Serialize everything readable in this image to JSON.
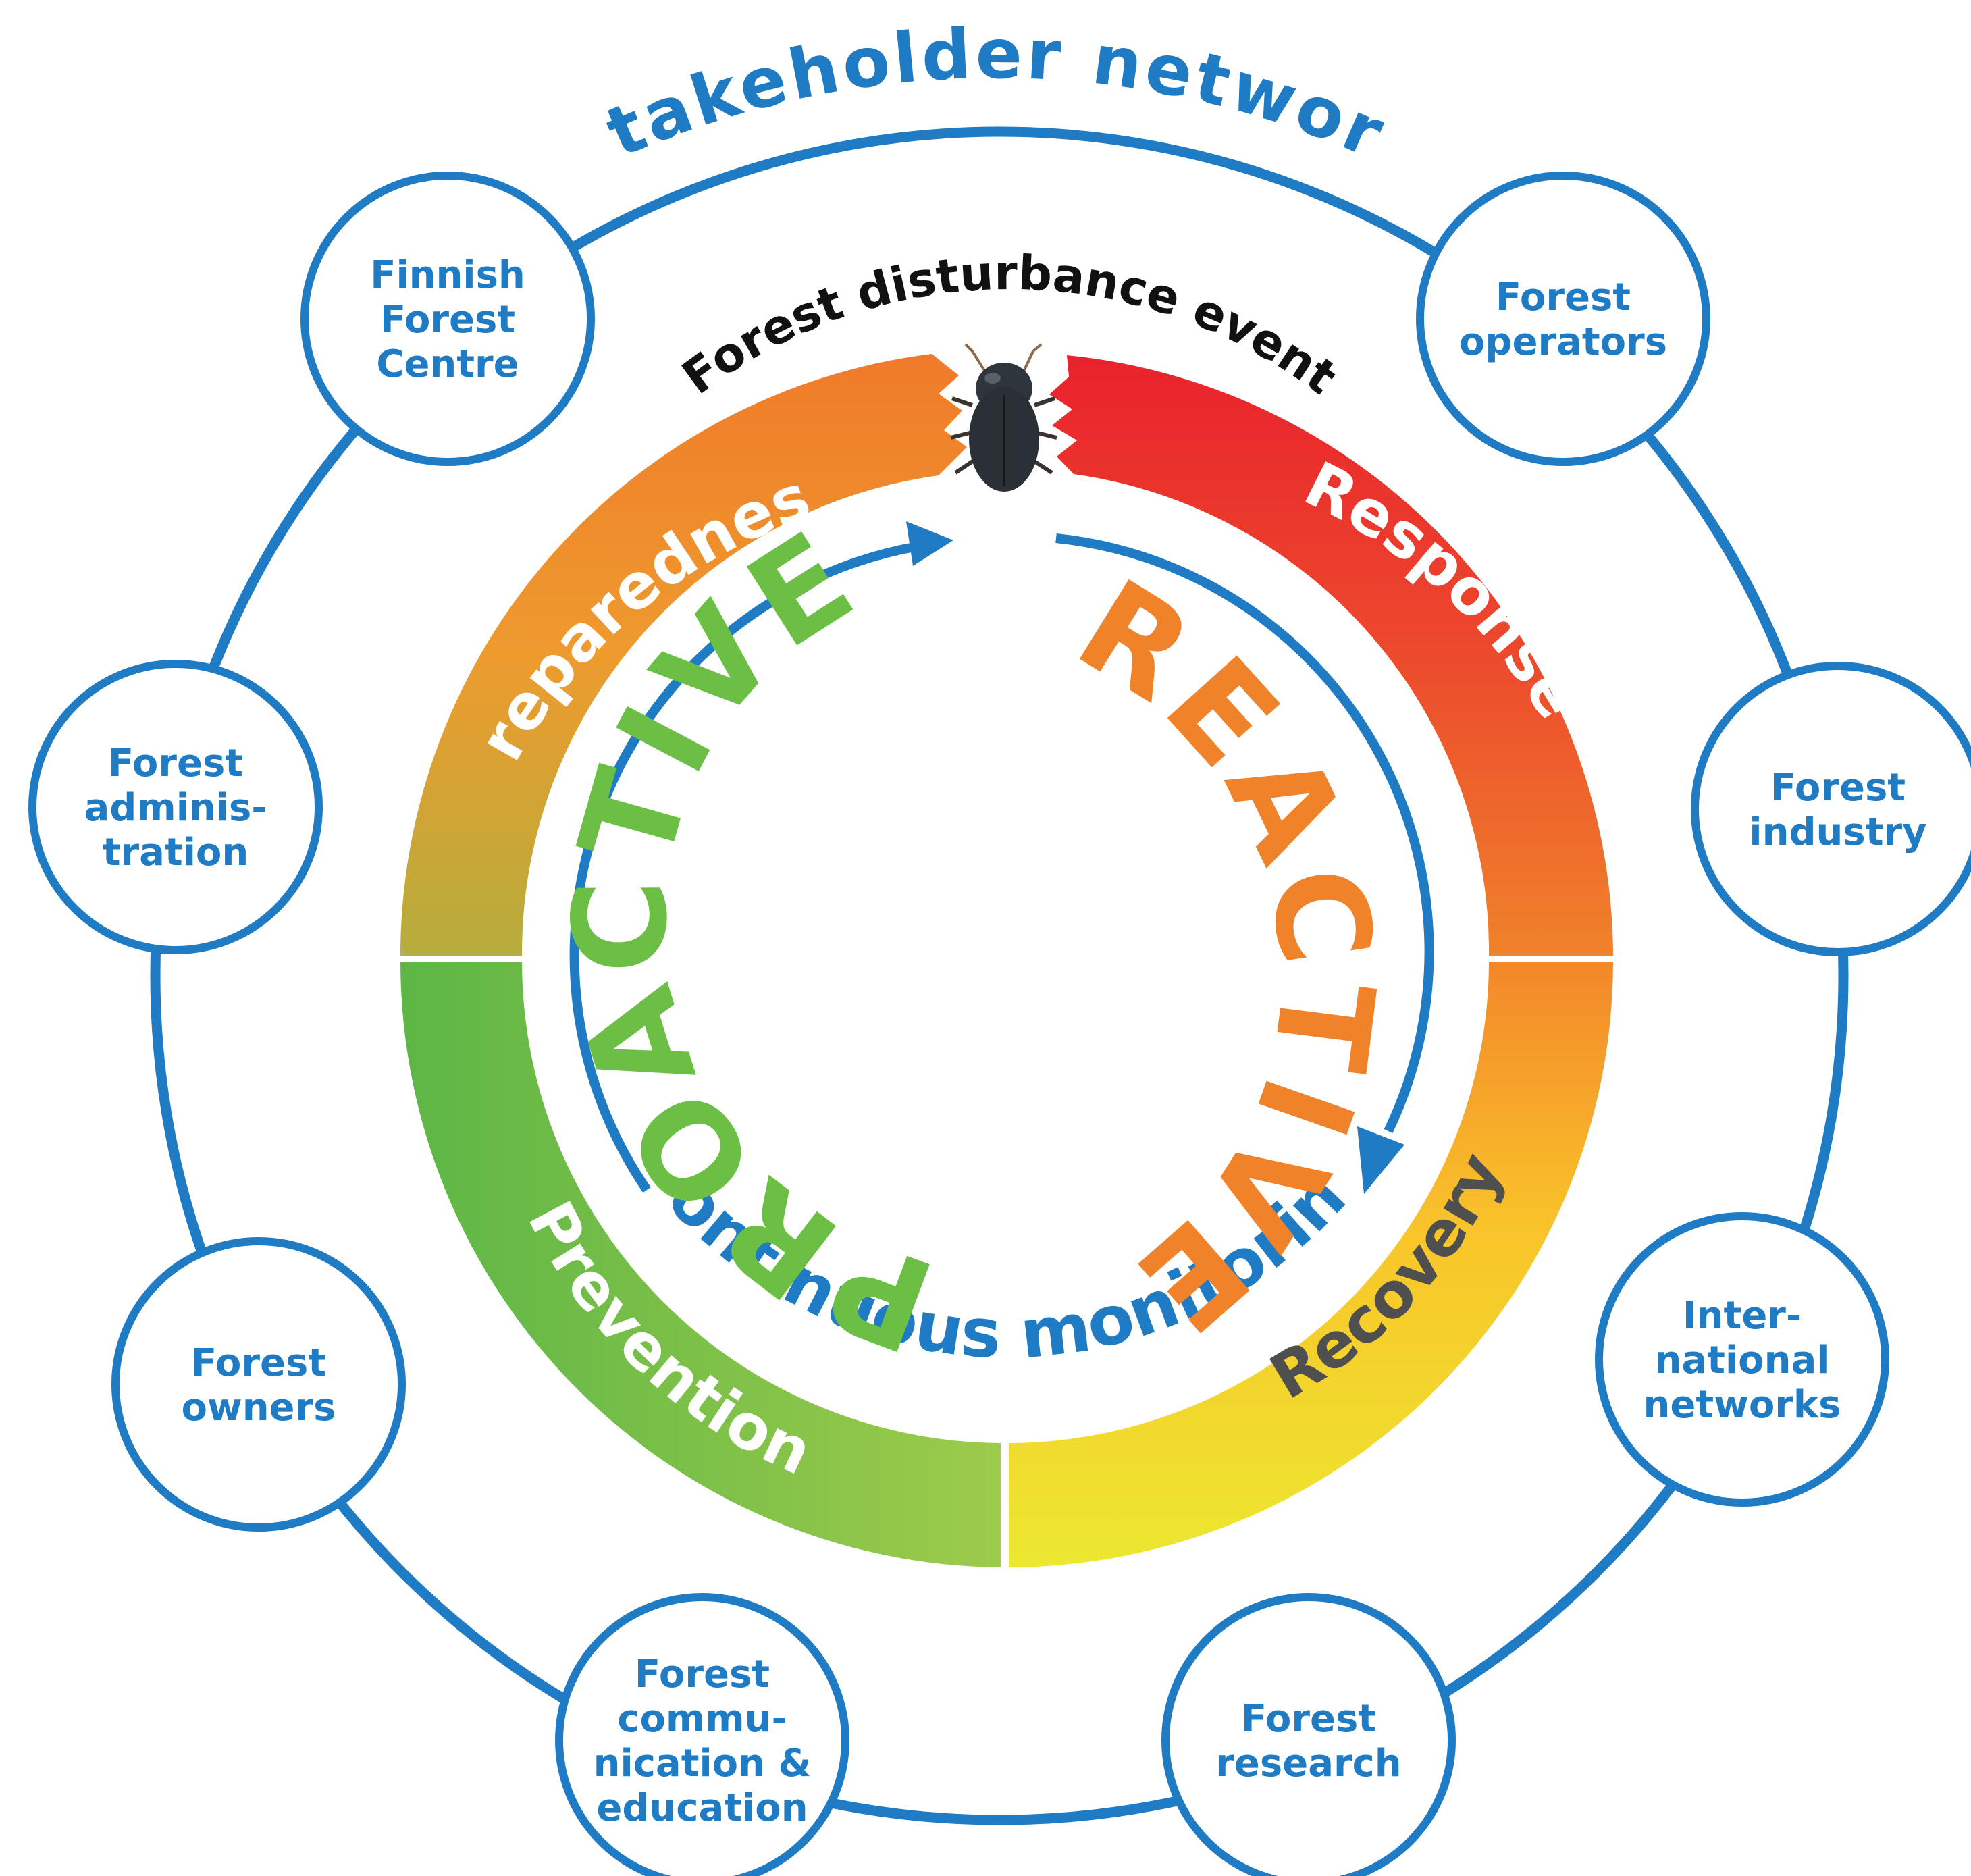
{
  "title": "Stakeholder network",
  "event": "Forest disturbance event",
  "phases": {
    "preparedness": "Preparedness",
    "response": "Response",
    "prevention": "Prevention",
    "recovery": "Recovery"
  },
  "monitoring": "Continuous monitoring",
  "proactive": "PROACTIVE",
  "reactive": "REACTIVE",
  "stakeholders": [
    {
      "id": "finnish-forest-centre",
      "lines": [
        "Finnish",
        "Forest",
        "Centre"
      ]
    },
    {
      "id": "forest-operators",
      "lines": [
        "Forest",
        "operators"
      ]
    },
    {
      "id": "forest-administration",
      "lines": [
        "Forest",
        "adminis-",
        "tration"
      ]
    },
    {
      "id": "forest-industry",
      "lines": [
        "Forest",
        "industry"
      ]
    },
    {
      "id": "forest-owners",
      "lines": [
        "Forest",
        "owners"
      ]
    },
    {
      "id": "international-networks",
      "lines": [
        "Inter-",
        "national",
        "networks"
      ]
    },
    {
      "id": "forest-communication-education",
      "lines": [
        "Forest",
        "commu-",
        "nication &",
        "education"
      ]
    },
    {
      "id": "forest-research",
      "lines": [
        "Forest",
        "research"
      ]
    }
  ],
  "colors": {
    "network_blue": "#1e7bc4",
    "proactive_green": "#6cbf45",
    "reactive_orange": "#f0822a",
    "event_text": "#111111",
    "recovery_text": "#4f4f4f",
    "preparedness_top": "#f07a2a",
    "preparedness_bottom": "#b5ad3c",
    "response_top": "#e9222c",
    "response_bottom": "#f0822a",
    "prevention_left": "#5db646",
    "prevention_right": "#9dcb4b",
    "recovery_top": "#f3872a",
    "recovery_bottom": "#ece830",
    "beetle": "#2b3036"
  },
  "icons": [
    "bark-beetle-icon",
    "clockwise-arrow-icon"
  ]
}
